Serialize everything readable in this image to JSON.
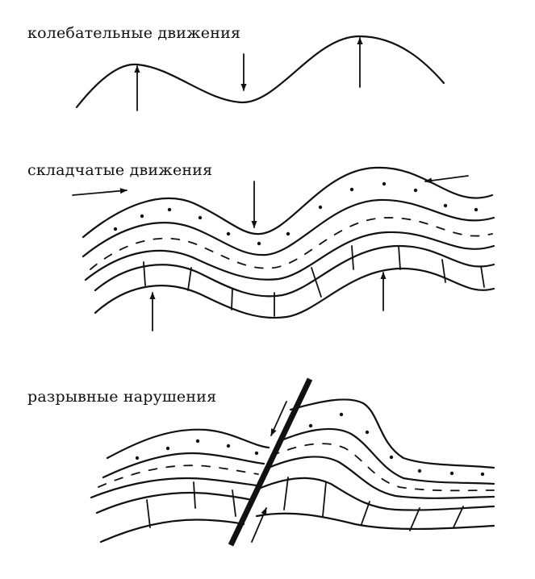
{
  "labels": {
    "oscillatory": "колебательные движения",
    "folding": "складчатые движения",
    "faulting": "разрывные нарушения"
  },
  "colors": {
    "ink": "#111111",
    "background": "#ffffff"
  }
}
